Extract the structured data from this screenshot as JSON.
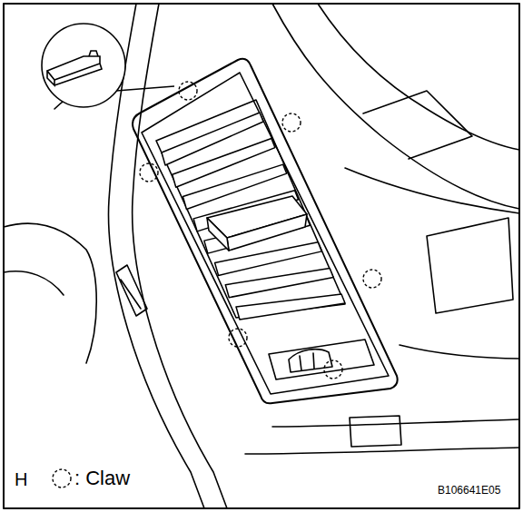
{
  "diagram": {
    "labels": [
      "H",
      "B106641E05"
    ],
    "legend": [
      {
        "text": ": Claw"
      }
    ]
  }
}
